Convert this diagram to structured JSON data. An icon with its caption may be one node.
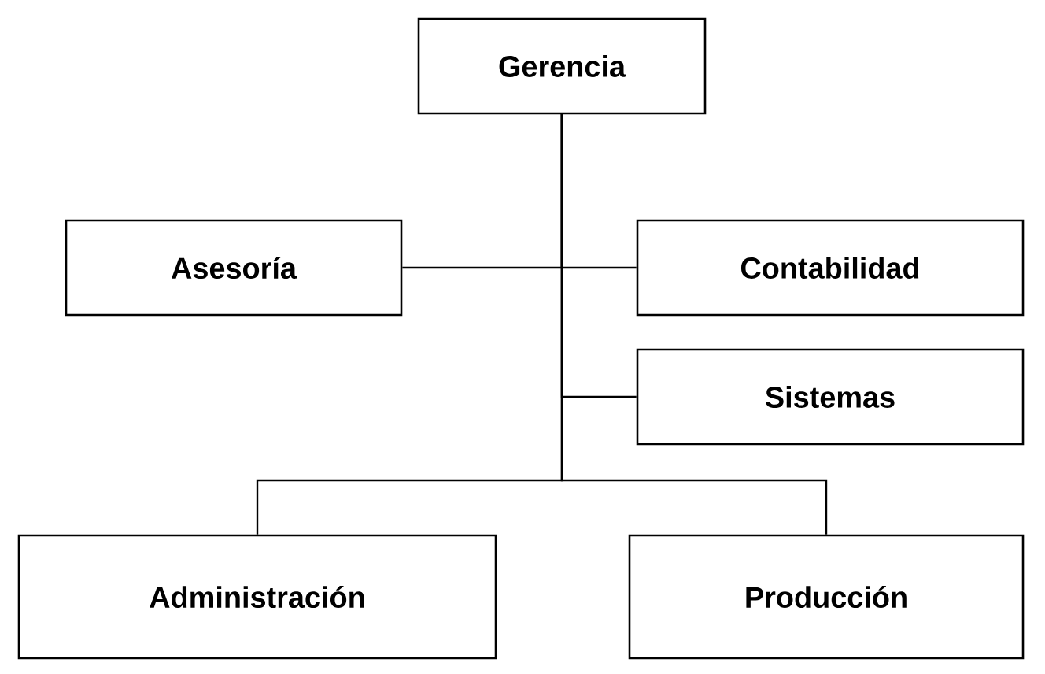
{
  "diagram": {
    "nodes": [
      {
        "text": [
          "Gerencia"
        ]
      },
      {
        "text": [
          "Asesoría"
        ]
      },
      {
        "text": [
          "Contabilidad"
        ]
      },
      {
        "text": [
          "Sistemas"
        ]
      },
      {
        "text": [
          "Administración"
        ]
      },
      {
        "text": [
          "Producción"
        ]
      }
    ],
    "edges": [
      {
        "from": 0,
        "to": 1,
        "arrow": "none"
      },
      {
        "from": 0,
        "to": 2,
        "arrow": "none"
      },
      {
        "from": 0,
        "to": 3,
        "arrow": "none"
      },
      {
        "from": 0,
        "to": 4,
        "arrow": "none"
      },
      {
        "from": 0,
        "to": 5,
        "arrow": "none"
      }
    ]
  }
}
